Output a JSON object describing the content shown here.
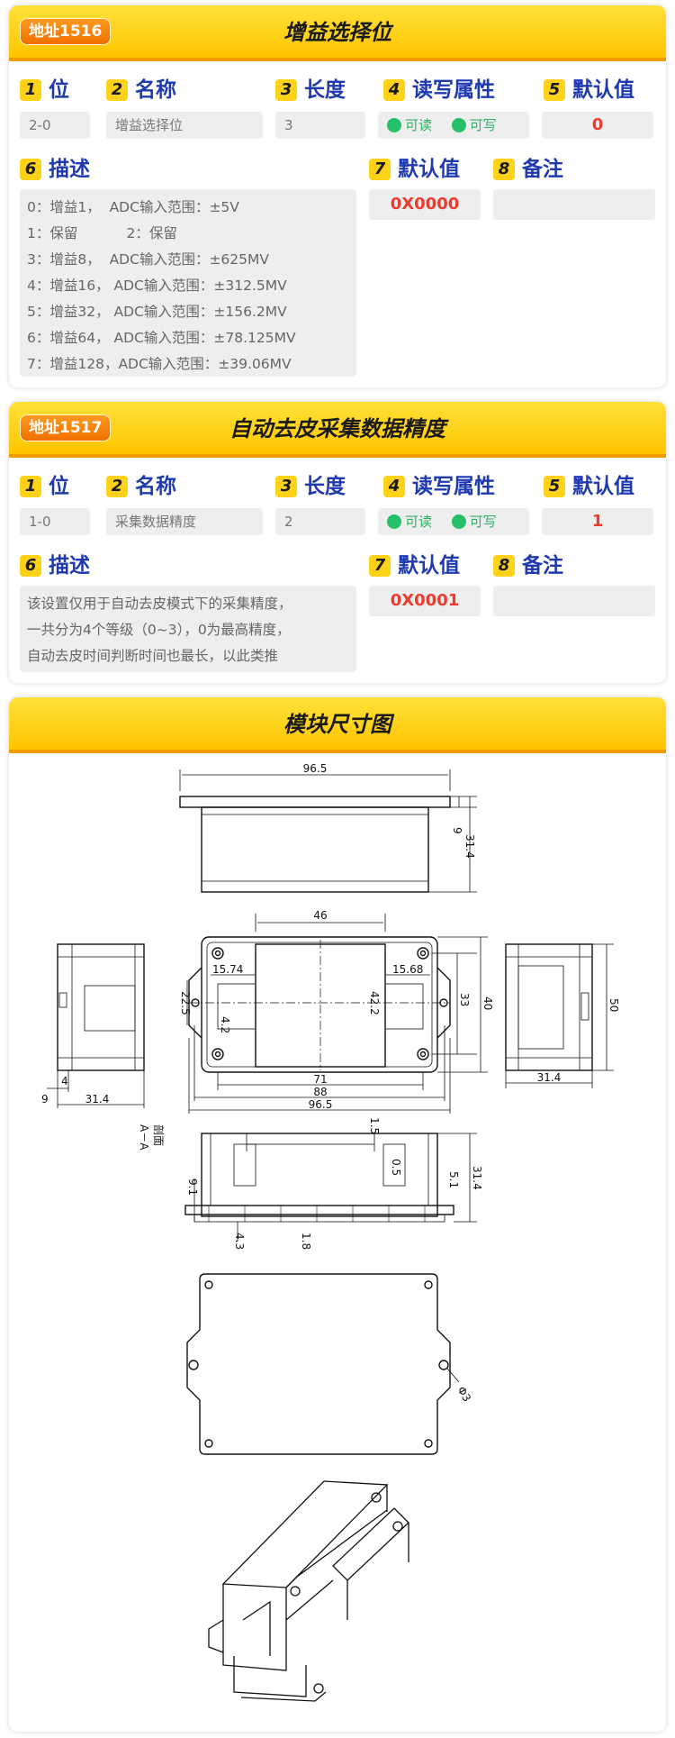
{
  "labels": {
    "bit": "位",
    "name": "名称",
    "length": "长度",
    "rw": "读写属性",
    "default": "默认值",
    "desc": "描述",
    "default2": "默认值",
    "remark": "备注",
    "n1": "1",
    "n2": "2",
    "n3": "3",
    "n4": "4",
    "n5": "5",
    "n6": "6",
    "n7": "7",
    "n8": "8"
  },
  "registers": [
    {
      "address": "地址1516",
      "title": "增益选择位",
      "bit": "2-0",
      "name": "增益选择位",
      "length": "3",
      "read": "可读",
      "write": "可写",
      "default": "0",
      "default_hex": "0X0000",
      "remark": "",
      "description": [
        "0：增益1，  ADC输入范围：±5V",
        "1：保留           2：保留",
        "3：增益8，  ADC输入范围：±625MV",
        "4：增益16， ADC输入范围：±312.5MV",
        "5：增益32， ADC输入范围：±156.2MV",
        "6：增益64， ADC输入范围：±78.125MV",
        "7：增益128，ADC输入范围：±39.06MV"
      ]
    },
    {
      "address": "地址1517",
      "title": "自动去皮采集数据精度",
      "bit": "1-0",
      "name": "采集数据精度",
      "length": "2",
      "read": "可读",
      "write": "可写",
      "default": "1",
      "default_hex": "0X0001",
      "remark": "",
      "description": [
        "该设置仅用于自动去皮模式下的采集精度，",
        "一共分为4个等级（0~3），0为最高精度，",
        "自动去皮时间判断时间也最长，以此类推"
      ]
    }
  ],
  "drawing": {
    "title": "模块尺寸图",
    "dims": {
      "top_width": "96.5",
      "top_h1": "9",
      "top_h2": "31.4",
      "w46": "46",
      "d1574": "15.74",
      "d1568": "15.68",
      "d225": "22.5",
      "d42": "4.2",
      "d422": "42.2",
      "d33": "33",
      "d40": "40",
      "d71": "71",
      "d88": "88",
      "d965": "96.5",
      "side_4": "4",
      "side_9": "9",
      "side_314": "31.4",
      "right_50": "50",
      "right_314": "31.4",
      "d15": "1.5",
      "d05": "0.5",
      "d51": "5.1",
      "d91": "9.1",
      "d43": "4.3",
      "d18": "1.8",
      "d314b": "31.4",
      "section": "A－A",
      "section2": "剖面",
      "hole": "Φ3"
    }
  }
}
